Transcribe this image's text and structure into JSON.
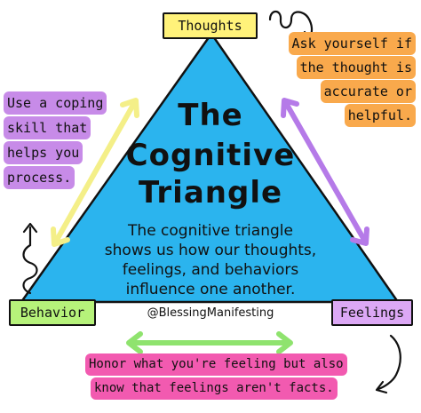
{
  "nodes": {
    "thoughts": "Thoughts",
    "behavior": "Behavior",
    "feelings": "Feelings"
  },
  "title": {
    "line1": "The",
    "line2": "Cognitive",
    "line3": "Triangle"
  },
  "description": [
    "The cognitive triangle",
    "shows us how our thoughts,",
    "feelings, and behaviors",
    "influence one another."
  ],
  "credit": "@BlessingManifesting",
  "notes": {
    "coping": [
      "Use a coping",
      "skill that",
      "helps you",
      "process."
    ],
    "thought_check": [
      "Ask yourself if",
      "the thought is",
      "accurate or",
      "helpful."
    ],
    "feelings_facts": [
      "Honor what you're feeling but also",
      "know that feelings aren't facts."
    ]
  },
  "colors": {
    "triangle": "#2bb4ee",
    "thoughts_box": "#fff27a",
    "behavior_box": "#b6f27a",
    "feelings_box": "#dca8f5",
    "coping_note": "#c78be8",
    "thought_note": "#f9a94c",
    "feelings_note": "#f25ab0",
    "arrow_left": "#f4ef88",
    "arrow_right": "#b57ae8",
    "arrow_bottom": "#8fe36e"
  }
}
